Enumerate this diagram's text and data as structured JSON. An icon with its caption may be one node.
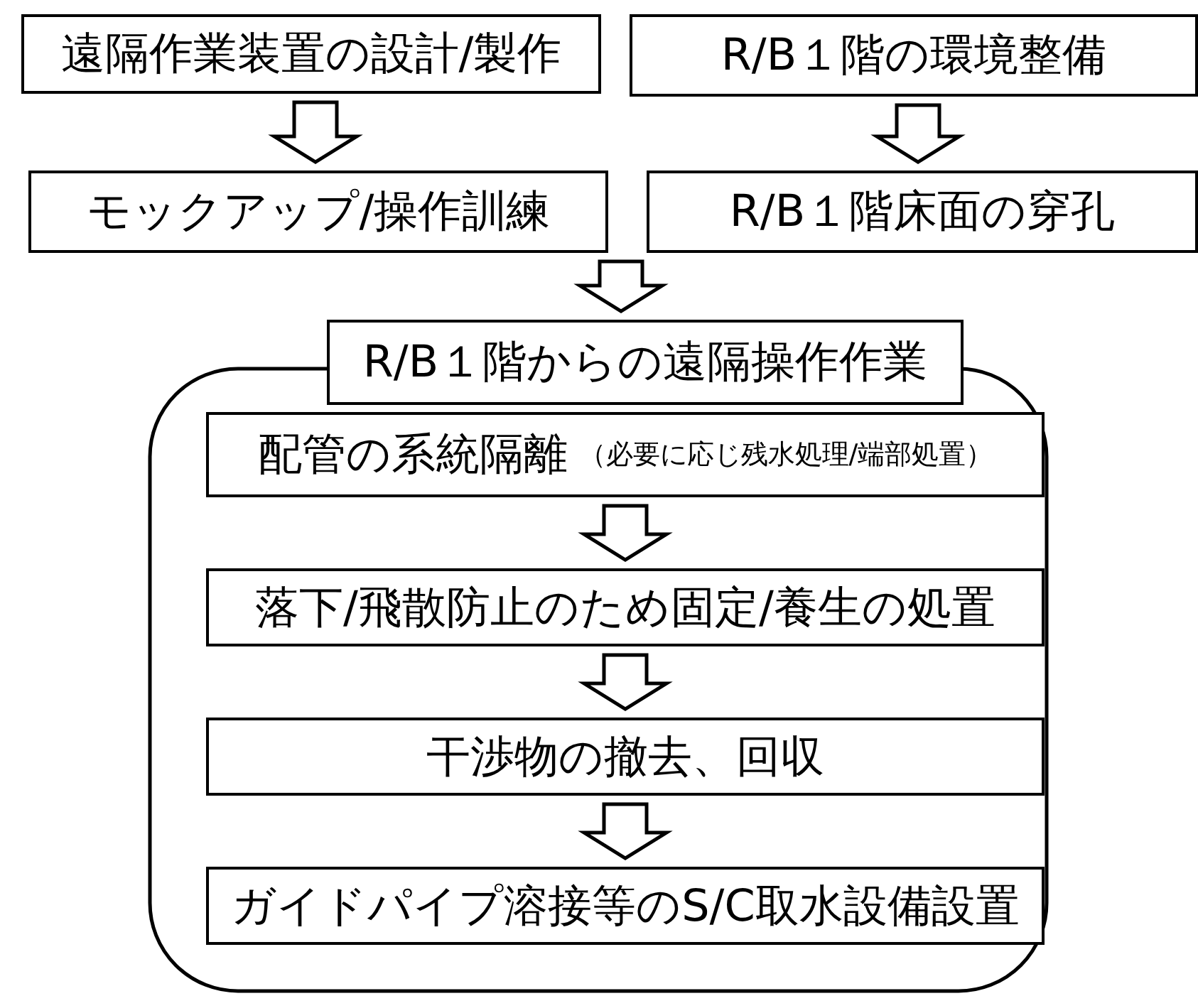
{
  "diagram": {
    "nodes": [
      {
        "text": [
          "遠隔作業装置の設計/製作"
        ]
      },
      {
        "text": [
          "R/B１階の環境整備"
        ]
      },
      {
        "text": [
          "モックアップ/操作訓練"
        ]
      },
      {
        "text": [
          "R/B１階床面の穿孔"
        ]
      },
      {
        "text": [
          "R/B１階からの遠隔操作作業"
        ]
      },
      {
        "text": [],
        "shape": "box"
      },
      {
        "text": [
          "配管の系統隔離",
          "（必要に応じ残水処理/端部処置）"
        ],
        "in": 5
      },
      {
        "text": [
          "落下/飛散防止のため固定/養生の処置"
        ],
        "in": 5
      },
      {
        "text": [
          "干渉物の撤去、回収"
        ],
        "in": 5
      },
      {
        "text": [
          "ガイドパイプ溶接等のS/C取水設備設置"
        ],
        "in": 5
      }
    ],
    "edges": [
      {
        "from": 0,
        "to": 2,
        "arrow": "to"
      },
      {
        "from": 1,
        "to": 3,
        "arrow": "to"
      },
      {
        "from": 2,
        "to": 4,
        "arrow": "to"
      },
      {
        "from": 3,
        "to": 4,
        "arrow": "to"
      },
      {
        "from": 6,
        "to": 7,
        "arrow": "to"
      },
      {
        "from": 7,
        "to": 8,
        "arrow": "to"
      },
      {
        "from": 8,
        "to": 9,
        "arrow": "to"
      }
    ]
  }
}
